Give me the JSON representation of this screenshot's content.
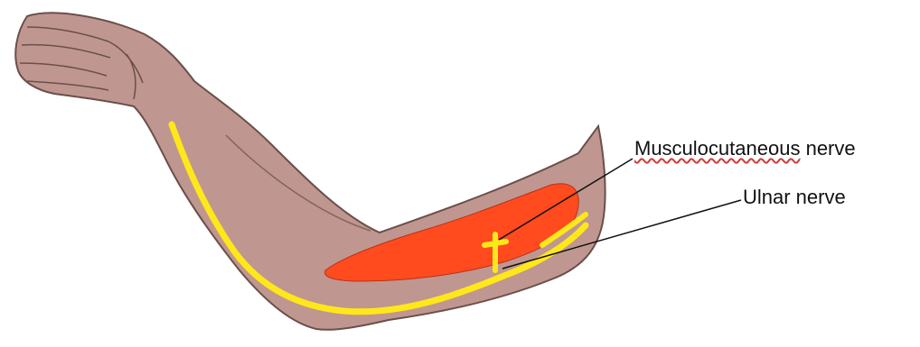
{
  "labels": {
    "musculocutaneous": {
      "word1": "Musculocutaneous",
      "word2": "nerve"
    },
    "ulnar": "Ulnar nerve"
  },
  "colors": {
    "skin": "#bf9790",
    "skin_outline": "#6b4f49",
    "muscle": "#ff4b1e",
    "nerve": "#ffe81a",
    "spell_underline": "#d23a3a"
  }
}
